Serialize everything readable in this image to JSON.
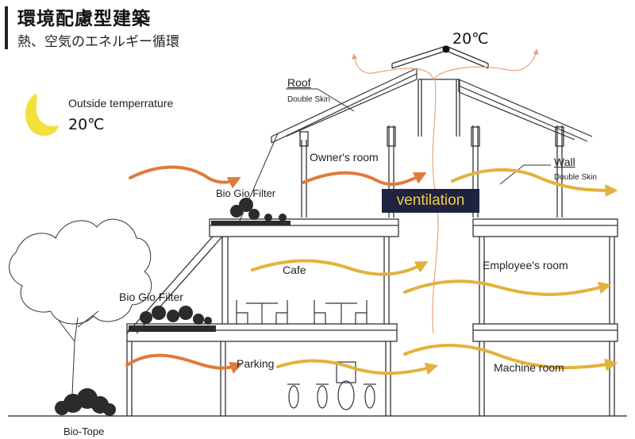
{
  "header": {
    "title": "環境配慮型建築",
    "subtitle": "熱、空気のエネルギー循環"
  },
  "outside": {
    "label": "Outside temperrature",
    "temperature": "20℃"
  },
  "roof_vent": {
    "temperature": "20℃"
  },
  "labels": {
    "roof": "Roof",
    "roof_sub": "Double Skin",
    "owners_room": "Owner's room",
    "wall": "Wall",
    "wall_sub": "Double Skin",
    "bio_gio_filter_top": "Bio Gio Filter",
    "ventilation": "ventilation",
    "cafe": "Cafe",
    "employees_room": "Employee's room",
    "bio_gio_filter_mid": "Bio Gio Filter",
    "parking": "Parking",
    "machine_room": "Machine room",
    "bio_tope": "Bio-Tope"
  },
  "colors": {
    "warm_arrow": "#e07a3a",
    "cool_arrow": "#e2b23c",
    "ventilation_bg": "#1f2340",
    "ventilation_text": "#f0cf43",
    "line": "#333333"
  }
}
